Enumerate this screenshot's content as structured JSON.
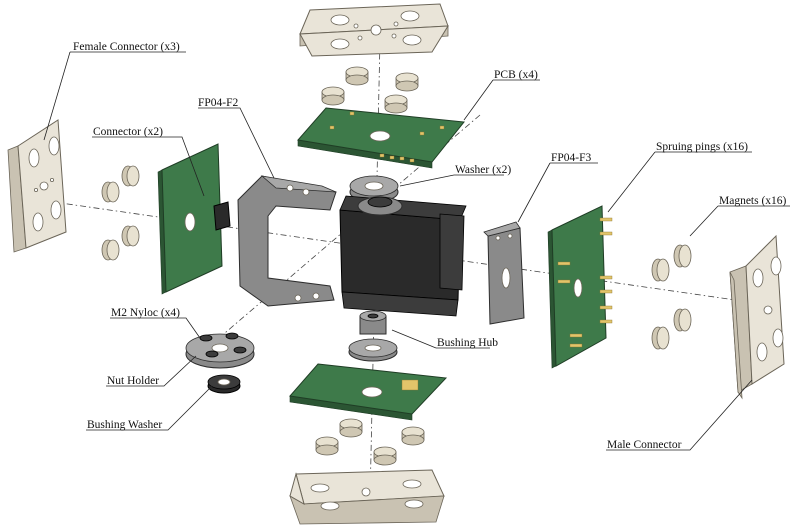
{
  "labels": {
    "female_connector": "Female Connector (x3)",
    "connector": "Connector (x2)",
    "fp04_f2": "FP04-F2",
    "pcb": "PCB (x4)",
    "washer": "Washer (x2)",
    "fp04_f3": "FP04-F3",
    "spruing_pings": "Spruing pings (x16)",
    "magnets": "Magnets (x16)",
    "m2_nyloc": "M2 Nyloc (x4)",
    "nut_holder": "Nut Holder",
    "bushing_hub": "Bushing Hub",
    "bushing_washer": "Bushing Washer",
    "male_connector": "Male Connector"
  }
}
